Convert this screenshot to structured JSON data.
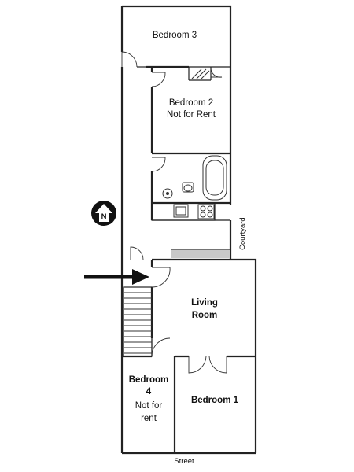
{
  "rooms": {
    "bedroom3": {
      "name": "Bedroom 3"
    },
    "bedroom2": {
      "name": "Bedroom 2",
      "note": "Not for Rent"
    },
    "living": {
      "line1": "Living",
      "line2": "Room"
    },
    "bedroom1": {
      "name": "Bedroom 1"
    },
    "bedroom4": {
      "line1": "Bedroom",
      "line2": "4",
      "note1": "Not for",
      "note2": "rent"
    }
  },
  "labels": {
    "courtyard": "Courtyard",
    "street": "Street",
    "north": "N"
  }
}
